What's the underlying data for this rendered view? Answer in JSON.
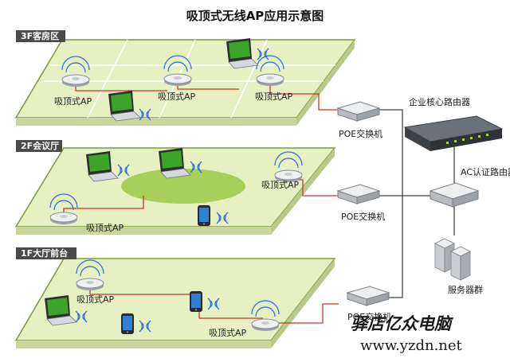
{
  "title": "吸顶式无线AP应用示意图",
  "floors": {
    "f3": "3F客房区",
    "f2": "2F会议厅",
    "f1": "1F大厅前台"
  },
  "ap_label": "吸顶式AP",
  "poe_label": "POE交换机",
  "core_router_label": "企业核心路由器",
  "ac_router_label": "AC认证路由器",
  "server_label": "服务器群",
  "watermark": {
    "name": "驿店亿众电脑",
    "url": "www.yzdn.net"
  },
  "colors": {
    "floor_fill": "#e6f0c2",
    "floor_stroke": "#7a9a3a",
    "floor_tab": "#4a4a4a",
    "meeting_ellipse": "#a7cf5a",
    "cable": "#c0392b",
    "trunk": "#444444",
    "laptop_screen": "#3aa52a",
    "phone_screen": "#2f7fd6",
    "wifi": "#2a6fd6"
  }
}
